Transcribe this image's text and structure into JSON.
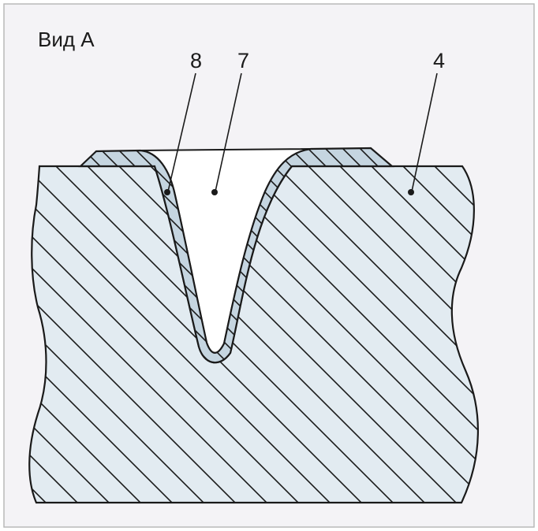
{
  "title": "Вид А",
  "callouts": [
    {
      "number": "8"
    },
    {
      "number": "7"
    },
    {
      "number": "4"
    }
  ],
  "colors": {
    "background": "#f4f3f6",
    "frame": "#b9b9b9",
    "body_fill": "#e2ebf1",
    "coating_fill": "#c5d5e0",
    "cavity_fill": "#ffffff",
    "outline": "#1a1a1a",
    "hatch": "#1a1a1a"
  }
}
